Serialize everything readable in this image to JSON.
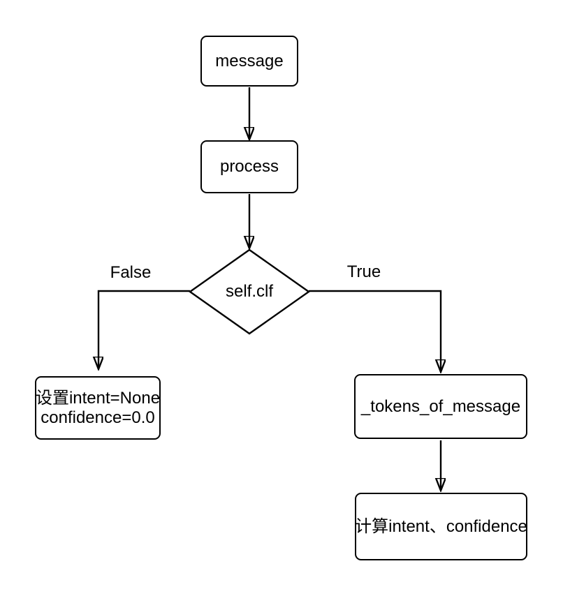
{
  "canvas": {
    "background_color": "#ffffff",
    "stroke_color": "#000000",
    "node_fill_color": "#ffffff"
  },
  "nodes": {
    "message": {
      "label": "message"
    },
    "process": {
      "label": "process"
    },
    "decision": {
      "label": "self.clf"
    },
    "set_defaults": {
      "line1": "设置intent=None",
      "line2": "confidence=0.0"
    },
    "tokenize": {
      "label": "_tokens_of_message"
    },
    "compute": {
      "label": "计算intent、confidence"
    }
  },
  "edge_labels": {
    "false_branch": "False",
    "true_branch": "True"
  }
}
